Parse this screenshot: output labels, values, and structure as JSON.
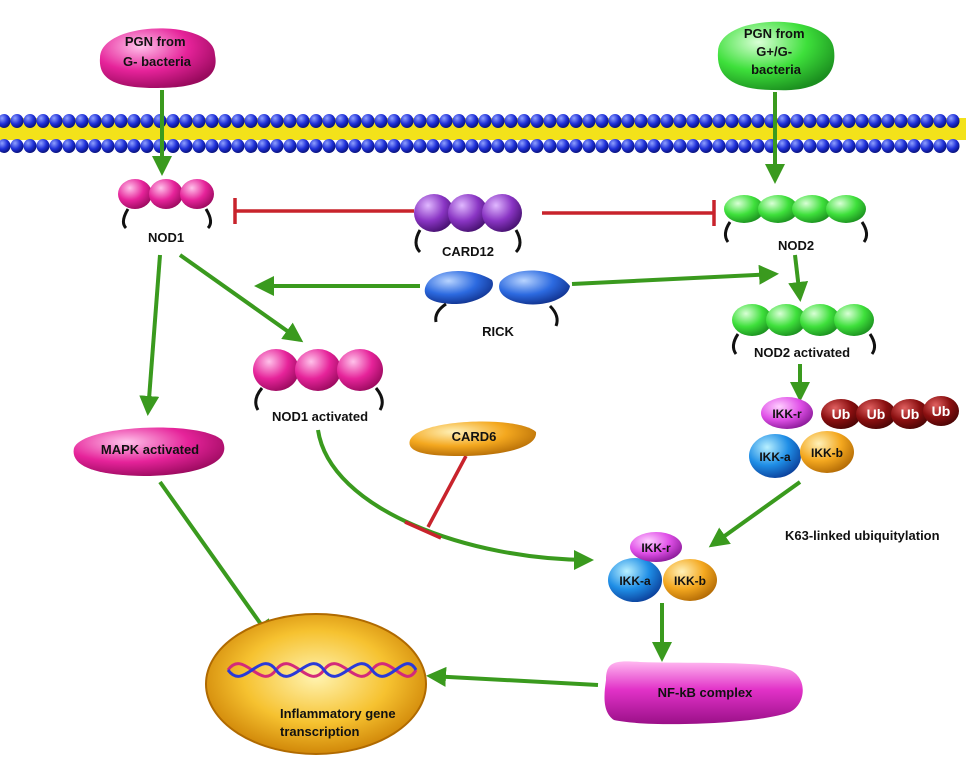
{
  "ligands": {
    "pgn_gneg": [
      "PGN from",
      "G- bacteria"
    ],
    "pgn_gpos": [
      "PGN from",
      "G+/G-",
      "bacteria"
    ]
  },
  "proteins": {
    "nod1": "NOD1",
    "card12": "CARD12",
    "nod2": "NOD2",
    "rick": "RICK",
    "nod2_activated": "NOD2 activated",
    "nod1_activated": "NOD1 activated",
    "mapk_activated": "MAPK activated",
    "card6": "CARD6"
  },
  "ikk_top": {
    "r": "IKK-r",
    "a": "IKK-a",
    "b": "IKK-b",
    "ub": [
      "Ub",
      "Ub",
      "Ub",
      "Ub"
    ]
  },
  "ikk_complex": {
    "r": "IKK-r",
    "a": "IKK-a",
    "b": "IKK-b"
  },
  "k63_label": "K63-linked ubiquitylation",
  "nfkb": "NF-kB complex",
  "transcription": [
    "Inflammatory gene",
    "transcription"
  ],
  "colors": {
    "activation_arrow": "#3a9a1e",
    "inhibition": "#c8232c",
    "nod1_magenta": "#e0208c",
    "nod2_green": "#39d73a",
    "card12_purple": "#7a2fb0",
    "rick_blue": "#2a66d8",
    "card6_orange": "#f2a41c",
    "ub_darkred": "#8a0f10",
    "membrane_blue": "#1e2fd8",
    "membrane_yellow": "#f3e21a"
  }
}
